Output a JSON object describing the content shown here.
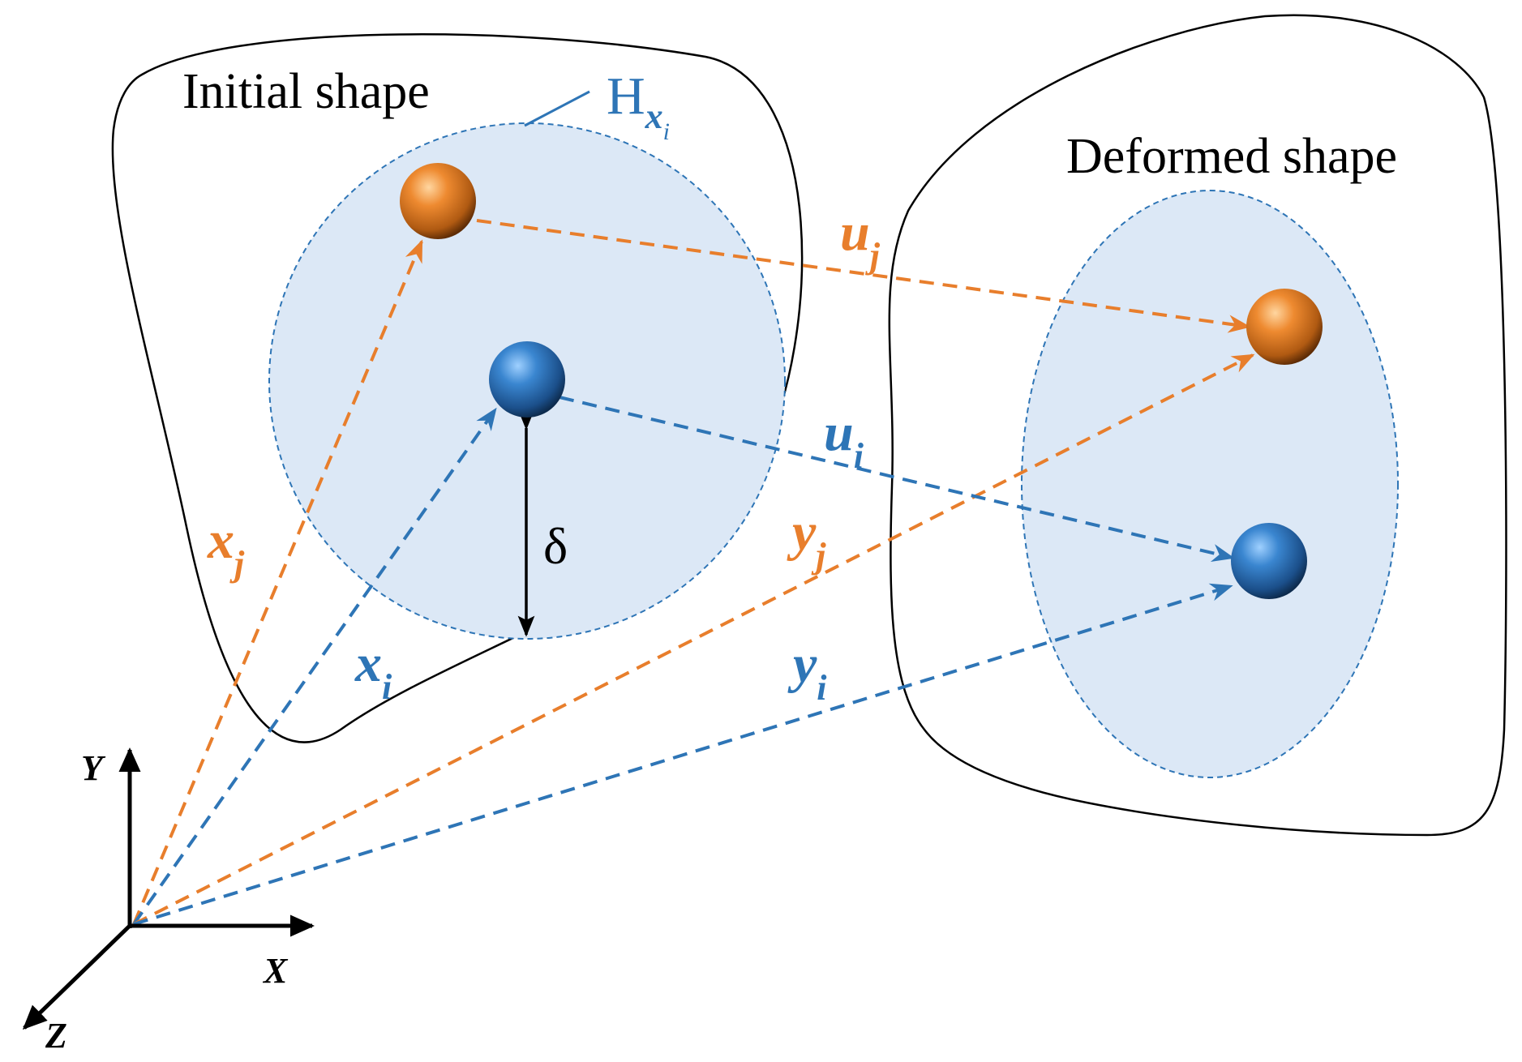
{
  "colors": {
    "orange": "#E87E2C",
    "blue": "#2E75B6",
    "horizon_fill": "#DCE8F6",
    "outline": "#000000"
  },
  "titles": {
    "initial_shape": "Initial shape",
    "deformed_shape": "Deformed shape"
  },
  "horizon_label": {
    "main": "H",
    "sub": "x",
    "sub_index": "i"
  },
  "delta_label": "δ",
  "vectors": {
    "x_j": {
      "main": "x",
      "sub": "j"
    },
    "x_i": {
      "main": "x",
      "sub": "i"
    },
    "y_j": {
      "main": "y",
      "sub": "j"
    },
    "y_i": {
      "main": "y",
      "sub": "i"
    },
    "u_j": {
      "main": "u",
      "sub": "j"
    },
    "u_i": {
      "main": "u",
      "sub": "i"
    }
  },
  "axes": {
    "x": "X",
    "y": "Y",
    "z": "Z"
  },
  "icons": {
    "particle_i": "blue-sphere",
    "particle_j": "orange-sphere"
  }
}
